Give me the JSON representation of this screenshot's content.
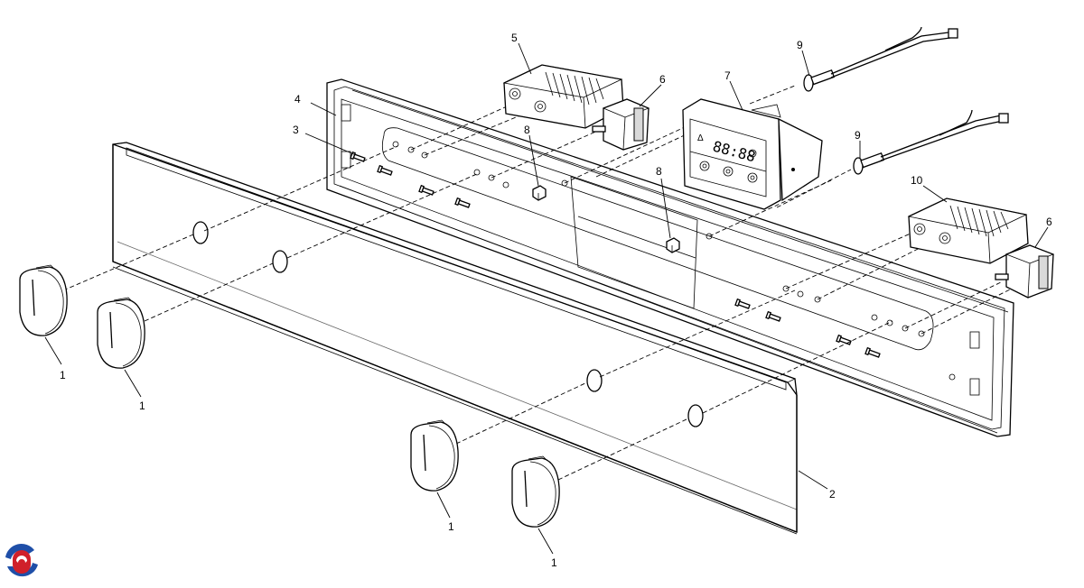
{
  "diagram": {
    "labels": [
      {
        "id": "knob-left-1",
        "text": "1"
      },
      {
        "id": "knob-left-2",
        "text": "1"
      },
      {
        "id": "knob-right-1",
        "text": "1"
      },
      {
        "id": "knob-right-2",
        "text": "1"
      },
      {
        "id": "front-panel",
        "text": "2"
      },
      {
        "id": "screw",
        "text": "3"
      },
      {
        "id": "back-frame",
        "text": "4"
      },
      {
        "id": "switch-block-top",
        "text": "5"
      },
      {
        "id": "small-switch-top",
        "text": "6"
      },
      {
        "id": "small-switch-right",
        "text": "6"
      },
      {
        "id": "timer-module",
        "text": "7"
      },
      {
        "id": "clip-left",
        "text": "8"
      },
      {
        "id": "clip-right",
        "text": "8"
      },
      {
        "id": "cable-top",
        "text": "9"
      },
      {
        "id": "cable-bottom",
        "text": "9"
      },
      {
        "id": "switch-block-right",
        "text": "10"
      }
    ],
    "timer_display": "88:88",
    "colors": {
      "line": "#000000",
      "logo_red": "#d0202a",
      "logo_blue": "#1f4fa8"
    }
  }
}
